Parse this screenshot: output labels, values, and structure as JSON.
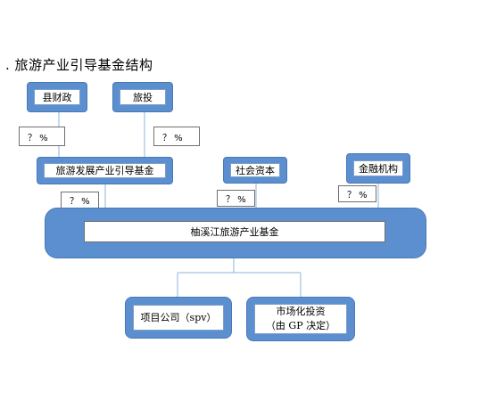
{
  "heading": ". 旅游产业引导基金结构",
  "nodes": {
    "county_finance": "县财政",
    "tourism_investment": "旅投",
    "guidance_fund": "旅游发展产业引导基金",
    "social_capital": "社会资本",
    "financial_institutions": "金融机构",
    "main_fund": "柚溪江旅游产业基金",
    "project_company": "项目公司（spv）",
    "market_investment_line1": "市场化投资",
    "market_investment_line2": "（由 GP 决定）"
  },
  "shares": {
    "county_finance_share": "？ %",
    "tourism_investment_share": "？ %",
    "guidance_fund_share": "？ %",
    "social_capital_share": "？ %",
    "financial_institutions_share": "？ %"
  },
  "colors": {
    "box_fill": "#5b8fd0",
    "box_border": "#4a78b4",
    "connector": "#8eb4de"
  }
}
